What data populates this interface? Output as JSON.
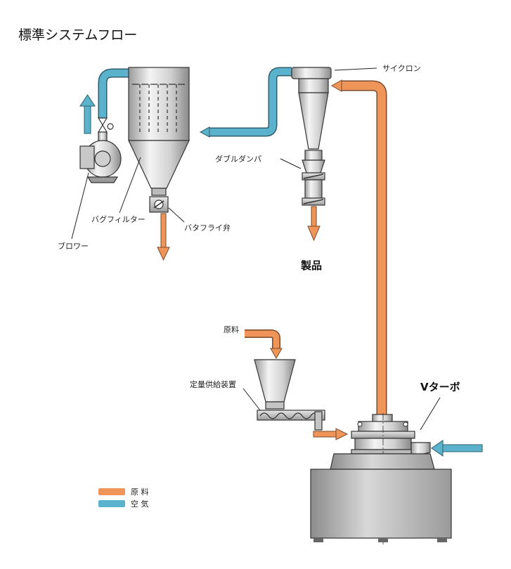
{
  "title": "標準システムフロー",
  "labels": {
    "cyclone": "サイクロン",
    "double_damper": "ダブルダンパ",
    "bag_filter": "バグフィルター",
    "butterfly_valve": "バタフライ弁",
    "blower": "ブロワー",
    "product": "製品",
    "raw_material": "原料",
    "feeder": "定量供給装置",
    "v_turbo": "Vターボ"
  },
  "legend": {
    "items": [
      {
        "label": "原 料",
        "color": "#f0955a"
      },
      {
        "label": "空 気",
        "color": "#5bb2cc"
      }
    ]
  },
  "colors": {
    "material": "#f0955a",
    "air": "#5bb2cc",
    "steel": "#c9c9c9"
  }
}
